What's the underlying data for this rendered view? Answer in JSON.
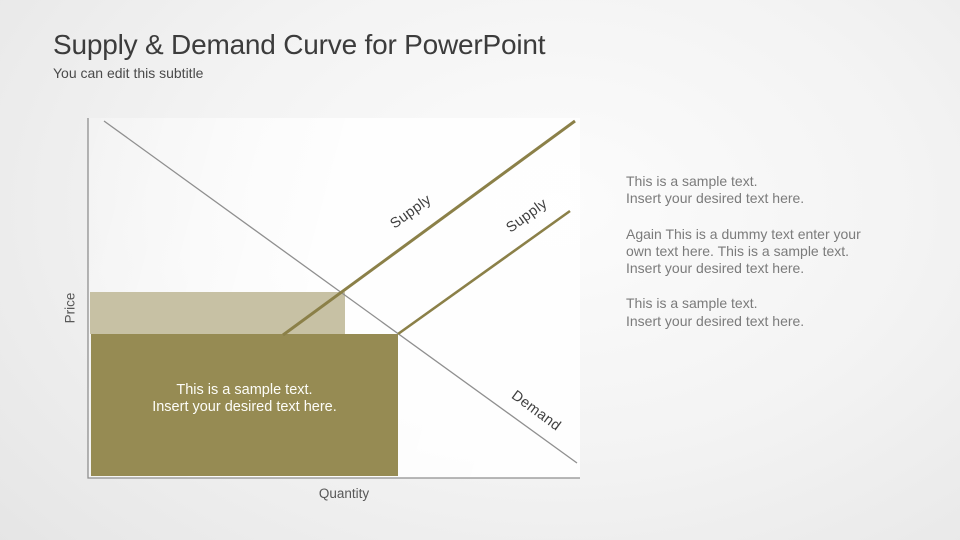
{
  "slide": {
    "title": "Supply & Demand Curve for PowerPoint",
    "subtitle": "You can edit this subtitle"
  },
  "diagram": {
    "type": "supply-demand-curve",
    "y_axis_label": "Price",
    "x_axis_label": "Quantity",
    "lines": {
      "demand": {
        "label": "Demand"
      },
      "supply_1": {
        "label": "Supply"
      },
      "supply_2": {
        "label": "Supply"
      }
    },
    "dark_box_text": "This is a sample text.\nInsert your desired text here.",
    "colors": {
      "supply_line": "#8b8048",
      "demand_line": "#8f8f8f",
      "axis": "#8f8f8f",
      "light_box": "#c7c1a4",
      "dark_box": "#968b53"
    }
  },
  "side_text": {
    "paragraph_1": "This is a sample text.\nInsert your desired text here.",
    "paragraph_2": "Again This is a dummy text enter your\nown text here. This is a sample text.\nInsert your desired text here.",
    "paragraph_3": "This is a sample text.\nInsert your desired text here."
  }
}
